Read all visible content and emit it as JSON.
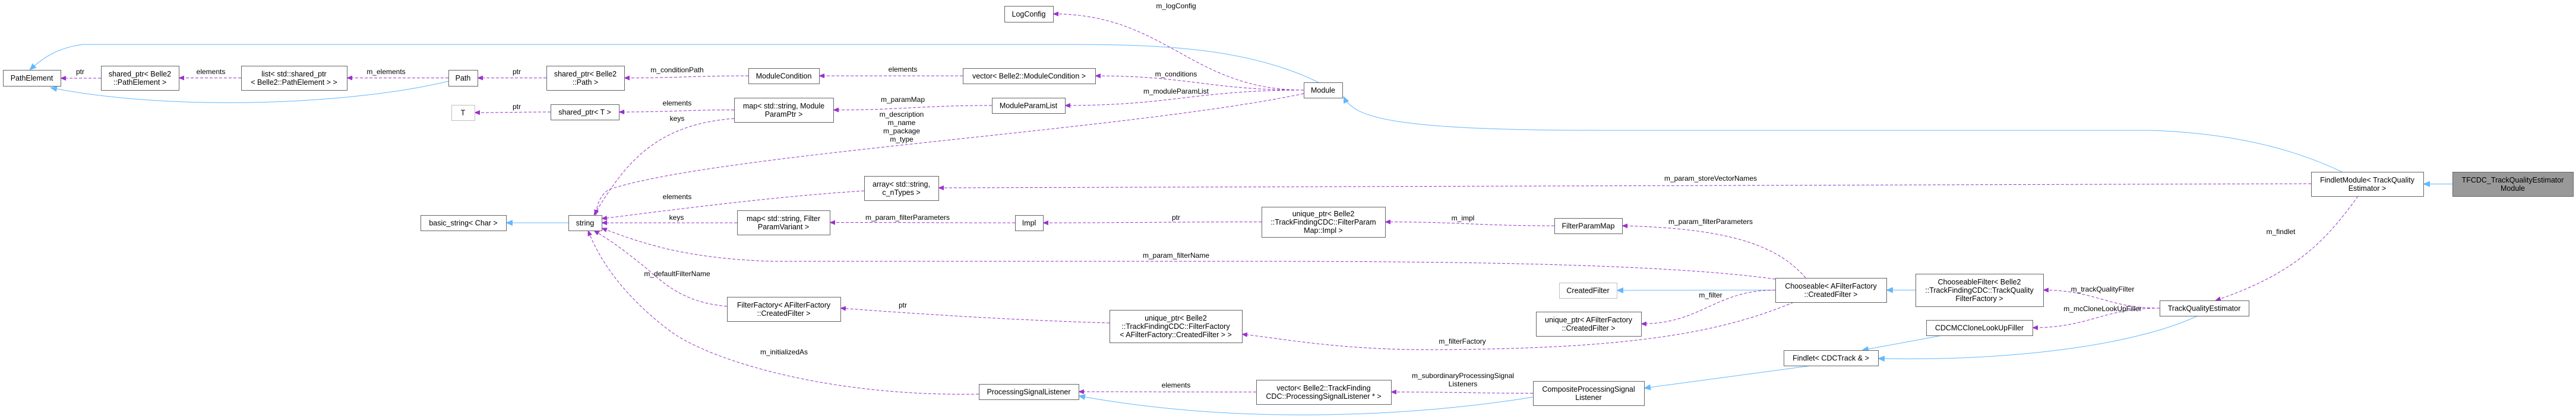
{
  "title": "TFCDC_TrackQualityEstimatorModule collaboration diagram",
  "colors": {
    "usage_edge": "#9a32cd",
    "inheritance_edge": "#63b8ff",
    "focus_node": "#999999",
    "node_border": "#666666"
  },
  "nodes": [
    {
      "id": "pathElement",
      "lines": [
        "PathElement"
      ]
    },
    {
      "id": "spPathElement",
      "lines": [
        "shared_ptr< Belle2",
        "::PathElement >"
      ]
    },
    {
      "id": "listSp",
      "lines": [
        "list< std::shared_ptr",
        "< Belle2::PathElement > >"
      ]
    },
    {
      "id": "path",
      "lines": [
        "Path"
      ]
    },
    {
      "id": "T",
      "lines": [
        "T"
      ],
      "external": true
    },
    {
      "id": "spPath",
      "lines": [
        "shared_ptr< Belle2",
        "::Path >"
      ]
    },
    {
      "id": "spT",
      "lines": [
        "shared_ptr< T >"
      ]
    },
    {
      "id": "moduleCondition",
      "lines": [
        "ModuleCondition"
      ]
    },
    {
      "id": "mapModuleParam",
      "lines": [
        "map< std::string, Module",
        "ParamPtr >"
      ]
    },
    {
      "id": "logConfig",
      "lines": [
        "LogConfig"
      ]
    },
    {
      "id": "vecModuleCondition",
      "lines": [
        "vector< Belle2::ModuleCondition >"
      ]
    },
    {
      "id": "moduleParamList",
      "lines": [
        "ModuleParamList"
      ]
    },
    {
      "id": "module",
      "lines": [
        "Module"
      ]
    },
    {
      "id": "arrayString",
      "lines": [
        "array< std::string,",
        "c_nTypes >"
      ]
    },
    {
      "id": "string",
      "lines": [
        "string"
      ]
    },
    {
      "id": "basicString",
      "lines": [
        "basic_string< Char >"
      ]
    },
    {
      "id": "mapFilterParam",
      "lines": [
        "map< std::string, Filter",
        "ParamVariant >"
      ]
    },
    {
      "id": "impl",
      "lines": [
        "Impl"
      ]
    },
    {
      "id": "uniqueImpl",
      "lines": [
        "unique_ptr< Belle2",
        "::TrackFindingCDC::FilterParam",
        "Map::Impl >"
      ]
    },
    {
      "id": "filterParamMap",
      "lines": [
        "FilterParamMap"
      ]
    },
    {
      "id": "filterFactory",
      "lines": [
        "FilterFactory< AFilterFactory",
        "::CreatedFilter >"
      ]
    },
    {
      "id": "uniqueFilterFactory",
      "lines": [
        "unique_ptr< Belle2",
        "::TrackFindingCDC::FilterFactory",
        "< AFilterFactory::CreatedFilter > >"
      ]
    },
    {
      "id": "createdFilter",
      "lines": [
        "CreatedFilter"
      ],
      "external": true
    },
    {
      "id": "uniqueAFF",
      "lines": [
        "unique_ptr< AFilterFactory",
        "::CreatedFilter >"
      ]
    },
    {
      "id": "chooseable",
      "lines": [
        "Chooseable< AFilterFactory",
        "::CreatedFilter >"
      ]
    },
    {
      "id": "chooseableFilter",
      "lines": [
        "ChooseableFilter< Belle2",
        "::TrackFindingCDC::TrackQuality",
        "FilterFactory >"
      ]
    },
    {
      "id": "cdcmc",
      "lines": [
        "CDCMCCloneLookUpFiller"
      ]
    },
    {
      "id": "findlet",
      "lines": [
        "Findlet< CDCTrack & >"
      ]
    },
    {
      "id": "trackQE",
      "lines": [
        "TrackQualityEstimator"
      ]
    },
    {
      "id": "findletModule",
      "lines": [
        "FindletModule< TrackQuality",
        "Estimator >"
      ]
    },
    {
      "id": "tfcdc",
      "lines": [
        "TFCDC_TrackQualityEstimator",
        "Module"
      ],
      "focus": true
    },
    {
      "id": "psl",
      "lines": [
        "ProcessingSignalListener"
      ]
    },
    {
      "id": "vecPSL",
      "lines": [
        "vector< Belle2::TrackFinding",
        "CDC::ProcessingSignalListener * >"
      ]
    },
    {
      "id": "composite",
      "lines": [
        "CompositeProcessingSignal",
        "Listener"
      ]
    }
  ],
  "edges": [
    {
      "from": "spPathElement",
      "to": "pathElement",
      "kind": "usage",
      "label": [
        "ptr"
      ]
    },
    {
      "from": "listSp",
      "to": "spPathElement",
      "kind": "usage",
      "label": [
        "elements"
      ]
    },
    {
      "from": "path",
      "to": "listSp",
      "kind": "usage",
      "label": [
        "m_elements"
      ]
    },
    {
      "from": "path",
      "to": "pathElement",
      "kind": "inheritance",
      "label": []
    },
    {
      "from": "module",
      "to": "pathElement",
      "kind": "inheritance",
      "label": []
    },
    {
      "from": "spPath",
      "to": "path",
      "kind": "usage",
      "label": [
        "ptr"
      ]
    },
    {
      "from": "spT",
      "to": "T",
      "kind": "usage",
      "label": [
        "ptr"
      ]
    },
    {
      "from": "moduleCondition",
      "to": "spPath",
      "kind": "usage",
      "label": [
        "m_conditionPath"
      ]
    },
    {
      "from": "mapModuleParam",
      "to": "spT",
      "kind": "usage",
      "label": [
        "elements"
      ]
    },
    {
      "from": "mapModuleParam",
      "to": "string",
      "kind": "usage",
      "label": [
        "keys"
      ]
    },
    {
      "from": "vecModuleCondition",
      "to": "moduleCondition",
      "kind": "usage",
      "label": [
        "elements"
      ]
    },
    {
      "from": "moduleParamList",
      "to": "mapModuleParam",
      "kind": "usage",
      "label": [
        "m_paramMap"
      ]
    },
    {
      "from": "module",
      "to": "logConfig",
      "kind": "usage",
      "label": [
        "m_logConfig"
      ]
    },
    {
      "from": "module",
      "to": "vecModuleCondition",
      "kind": "usage",
      "label": [
        "m_conditions"
      ]
    },
    {
      "from": "module",
      "to": "moduleParamList",
      "kind": "usage",
      "label": [
        "m_moduleParamList"
      ]
    },
    {
      "from": "module",
      "to": "string",
      "kind": "usage",
      "label": [
        "m_description",
        "m_name",
        "m_package",
        "m_type"
      ]
    },
    {
      "from": "findletModule",
      "to": "module",
      "kind": "inheritance",
      "label": []
    },
    {
      "from": "findletModule",
      "to": "arrayString",
      "kind": "usage",
      "label": [
        "m_param_storeVectorNames"
      ]
    },
    {
      "from": "arrayString",
      "to": "string",
      "kind": "usage",
      "label": [
        "elements"
      ]
    },
    {
      "from": "string",
      "to": "basicString",
      "kind": "inheritance",
      "label": []
    },
    {
      "from": "mapFilterParam",
      "to": "string",
      "kind": "usage",
      "label": [
        "keys"
      ]
    },
    {
      "from": "impl",
      "to": "mapFilterParam",
      "kind": "usage",
      "label": [
        "m_param_filterParameters"
      ]
    },
    {
      "from": "uniqueImpl",
      "to": "impl",
      "kind": "usage",
      "label": [
        "ptr"
      ]
    },
    {
      "from": "filterParamMap",
      "to": "uniqueImpl",
      "kind": "usage",
      "label": [
        "m_impl"
      ]
    },
    {
      "from": "chooseable",
      "to": "filterParamMap",
      "kind": "usage",
      "label": [
        "m_param_filterParameters"
      ]
    },
    {
      "from": "chooseable",
      "to": "string",
      "kind": "usage",
      "label": [
        "m_param_filterName"
      ]
    },
    {
      "from": "chooseable",
      "to": "createdFilter",
      "kind": "inheritance",
      "label": []
    },
    {
      "from": "chooseable",
      "to": "uniqueAFF",
      "kind": "usage",
      "label": [
        "m_filter"
      ]
    },
    {
      "from": "chooseable",
      "to": "uniqueFilterFactory",
      "kind": "usage",
      "label": [
        "m_filterFactory"
      ]
    },
    {
      "from": "uniqueFilterFactory",
      "to": "filterFactory",
      "kind": "usage",
      "label": [
        "ptr"
      ]
    },
    {
      "from": "filterFactory",
      "to": "string",
      "kind": "usage",
      "label": [
        "m_defaultFilterName"
      ]
    },
    {
      "from": "psl",
      "to": "string",
      "kind": "usage",
      "label": [
        "m_initializedAs"
      ]
    },
    {
      "from": "vecPSL",
      "to": "psl",
      "kind": "usage",
      "label": [
        "elements"
      ]
    },
    {
      "from": "composite",
      "to": "vecPSL",
      "kind": "usage",
      "label": [
        "m_subordinaryProcessingSignal",
        "Listeners"
      ]
    },
    {
      "from": "composite",
      "to": "psl",
      "kind": "inheritance",
      "label": []
    },
    {
      "from": "findlet",
      "to": "composite",
      "kind": "inheritance",
      "label": []
    },
    {
      "from": "cdcmc",
      "to": "findlet",
      "kind": "inheritance",
      "label": []
    },
    {
      "from": "trackQE",
      "to": "findlet",
      "kind": "inheritance",
      "label": []
    },
    {
      "from": "trackQE",
      "to": "cdcmc",
      "kind": "usage",
      "label": [
        "m_mcCloneLookUpFiller"
      ]
    },
    {
      "from": "trackQE",
      "to": "chooseableFilter",
      "kind": "usage",
      "label": [
        "m_trackQualityFilter"
      ]
    },
    {
      "from": "chooseableFilter",
      "to": "chooseable",
      "kind": "inheritance",
      "label": []
    },
    {
      "from": "findletModule",
      "to": "trackQE",
      "kind": "usage",
      "label": [
        "m_findlet"
      ]
    },
    {
      "from": "tfcdc",
      "to": "findletModule",
      "kind": "inheritance",
      "label": []
    }
  ]
}
